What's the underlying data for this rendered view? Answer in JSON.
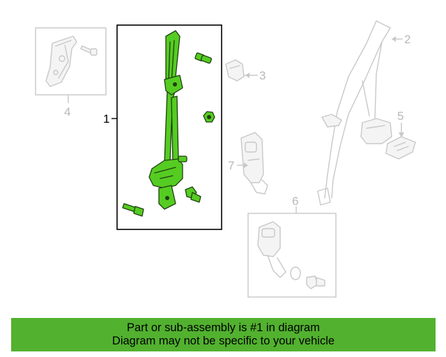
{
  "callouts": {
    "c1": "1",
    "c2": "2",
    "c3": "3",
    "c4": "4",
    "c5": "5",
    "c6": "6",
    "c7": "7"
  },
  "banner": {
    "line1": "Part or sub-assembly is #1 in diagram",
    "line2": "Diagram may not be specific to your vehicle",
    "color": "#52b12f"
  },
  "colors": {
    "highlight_part": "#55cc22",
    "ghost_part": "#c8c8c8"
  }
}
